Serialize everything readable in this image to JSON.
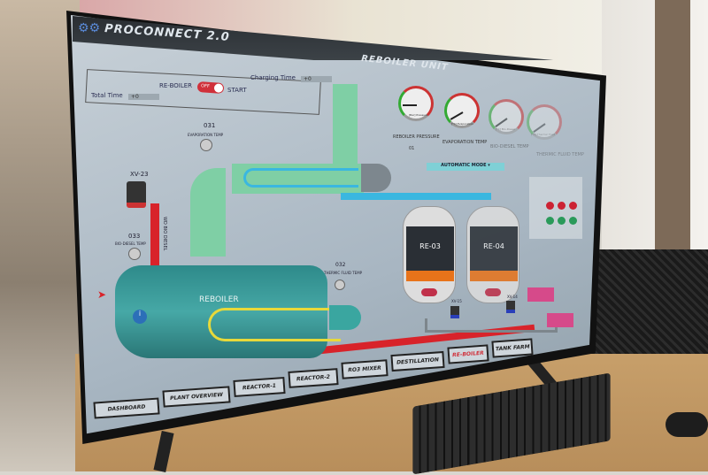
{
  "app": {
    "title": "PROCONNECT 2.0",
    "unit_title": "REBOILER UNIT"
  },
  "status": {
    "charging_time_label": "Charging Time",
    "charging_time_value": "+0",
    "total_time_label": "Total Time",
    "total_time_value": "+0",
    "reboiler_label": "RE-BOILER",
    "toggle_state": "OFF",
    "start_label": "START"
  },
  "gauges": [
    {
      "label": "REBOILER PRESSURE",
      "unit": "[Bar] Pressure",
      "value": "01"
    },
    {
      "label": "EVAPORATION TEMP",
      "unit": "[°C] Evaporation"
    },
    {
      "label": "BIO-DIESEL TEMP",
      "unit": "[°C] Bio-Diesel"
    },
    {
      "label": "THERMIC FLUID TEMP",
      "unit": "[°C] Thermic Fluid"
    }
  ],
  "mode": {
    "selected": "AUTOMATIC MODE"
  },
  "instruments": {
    "t031": {
      "id": "031",
      "label": "EVAPORATION TEMP"
    },
    "t032": {
      "id": "032",
      "label": "THERMIC FLUID TEMP"
    },
    "t033": {
      "id": "033",
      "label": "BIO-DIESEL TEMP"
    },
    "valve": {
      "id": "XV-23"
    },
    "pipe_label": "WD BIO DIESEL",
    "vessel": "REBOILER",
    "tanks": [
      {
        "name": "RE-03"
      },
      {
        "name": "RE-04"
      }
    ],
    "valves": [
      "XV-15",
      "XV-14"
    ]
  },
  "nav": [
    "DASHBOARD",
    "PLANT OVERVIEW",
    "REACTOR-1",
    "REACTOR-2",
    "RO3 MIXER",
    "DESTILLATION",
    "RE-BOILER",
    "TANK FARM"
  ],
  "colors": {
    "active_nav": "#d0303a",
    "pipe_hot": "#d8232a",
    "pipe_vapor": "#7fd0a8",
    "pipe_cold": "#3ab7e0"
  }
}
